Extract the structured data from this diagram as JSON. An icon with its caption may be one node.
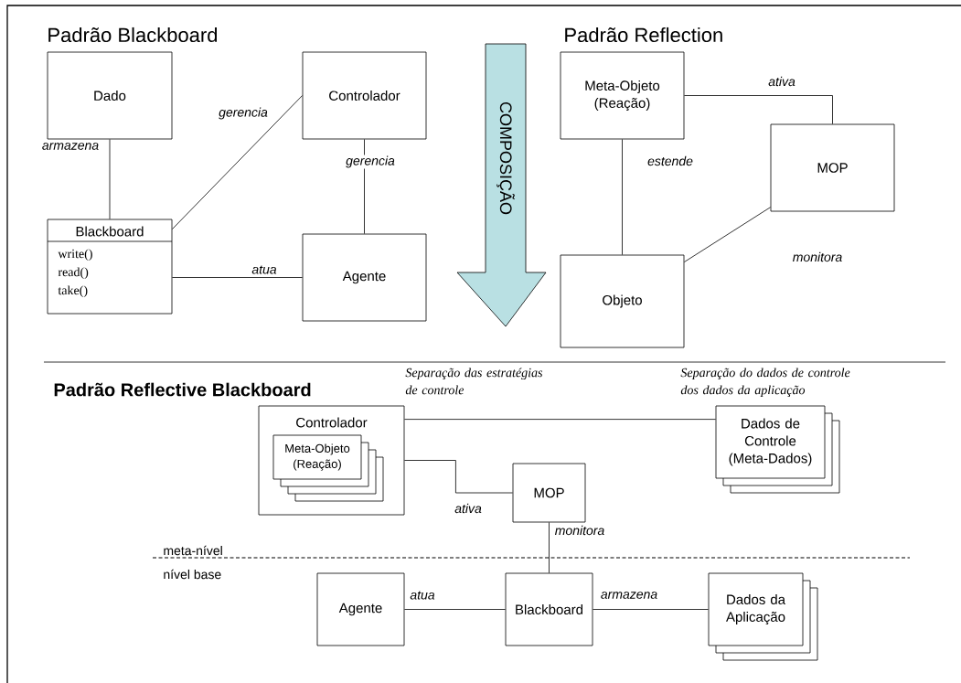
{
  "diagram": {
    "nodes": [
      {
        "text": [
          "Dado"
        ]
      },
      {
        "text": [
          "Controlador"
        ]
      },
      {
        "text": [
          "Blackboard",
          "write() read() take()"
        ]
      },
      {
        "text": [
          "Agente"
        ]
      },
      {
        "text": [
          "COMPOSIÇÃO"
        ]
      },
      {
        "text": [
          "Meta-Objeto (Reação)"
        ]
      },
      {
        "text": [
          "MOP"
        ]
      },
      {
        "text": [
          "Objeto"
        ]
      },
      {
        "text": [
          "Controlador"
        ]
      },
      {
        "text": [
          "Meta-Objeto (Reação)"
        ],
        "in": 8
      },
      {
        "text": [
          "MOP"
        ]
      },
      {
        "text": [
          "Dados de Controle (Meta-Dados)"
        ]
      },
      {
        "text": [
          "Agente"
        ]
      },
      {
        "text": [
          "Blackboard"
        ]
      },
      {
        "text": [
          "Dados da Aplicação"
        ]
      }
    ],
    "edges": [
      {
        "from": 0,
        "to": 2,
        "arrow": "none",
        "label": "armazena"
      },
      {
        "from": 2,
        "to": 1,
        "arrow": "none",
        "label": "gerencia"
      },
      {
        "from": 1,
        "to": 3,
        "arrow": "none",
        "label": "gerencia"
      },
      {
        "from": 2,
        "to": 3,
        "arrow": "none",
        "label": "atua"
      },
      {
        "from": 5,
        "to": 6,
        "arrow": "none",
        "label": "ativa"
      },
      {
        "from": 5,
        "to": 7,
        "arrow": "none",
        "label": "estende"
      },
      {
        "from": 6,
        "to": 7,
        "arrow": "none",
        "label": "monitora"
      },
      {
        "from": 8,
        "to": 11,
        "arrow": "none"
      },
      {
        "from": 8,
        "to": 10,
        "arrow": "none",
        "label": "ativa"
      },
      {
        "from": 10,
        "to": 13,
        "arrow": "none",
        "label": "monitora"
      },
      {
        "from": 12,
        "to": 13,
        "arrow": "none",
        "label": "atua"
      },
      {
        "from": 13,
        "to": 14,
        "arrow": "none",
        "label": "armazena"
      }
    ],
    "labels": [
      "Padrão Blackboard",
      "Padrão Reflection",
      "Padrão Reflective Blackboard",
      "Separação das estratégias de controle",
      "Separação do dados de controle dos dados da aplicação",
      "meta-nível",
      "nível base"
    ]
  }
}
